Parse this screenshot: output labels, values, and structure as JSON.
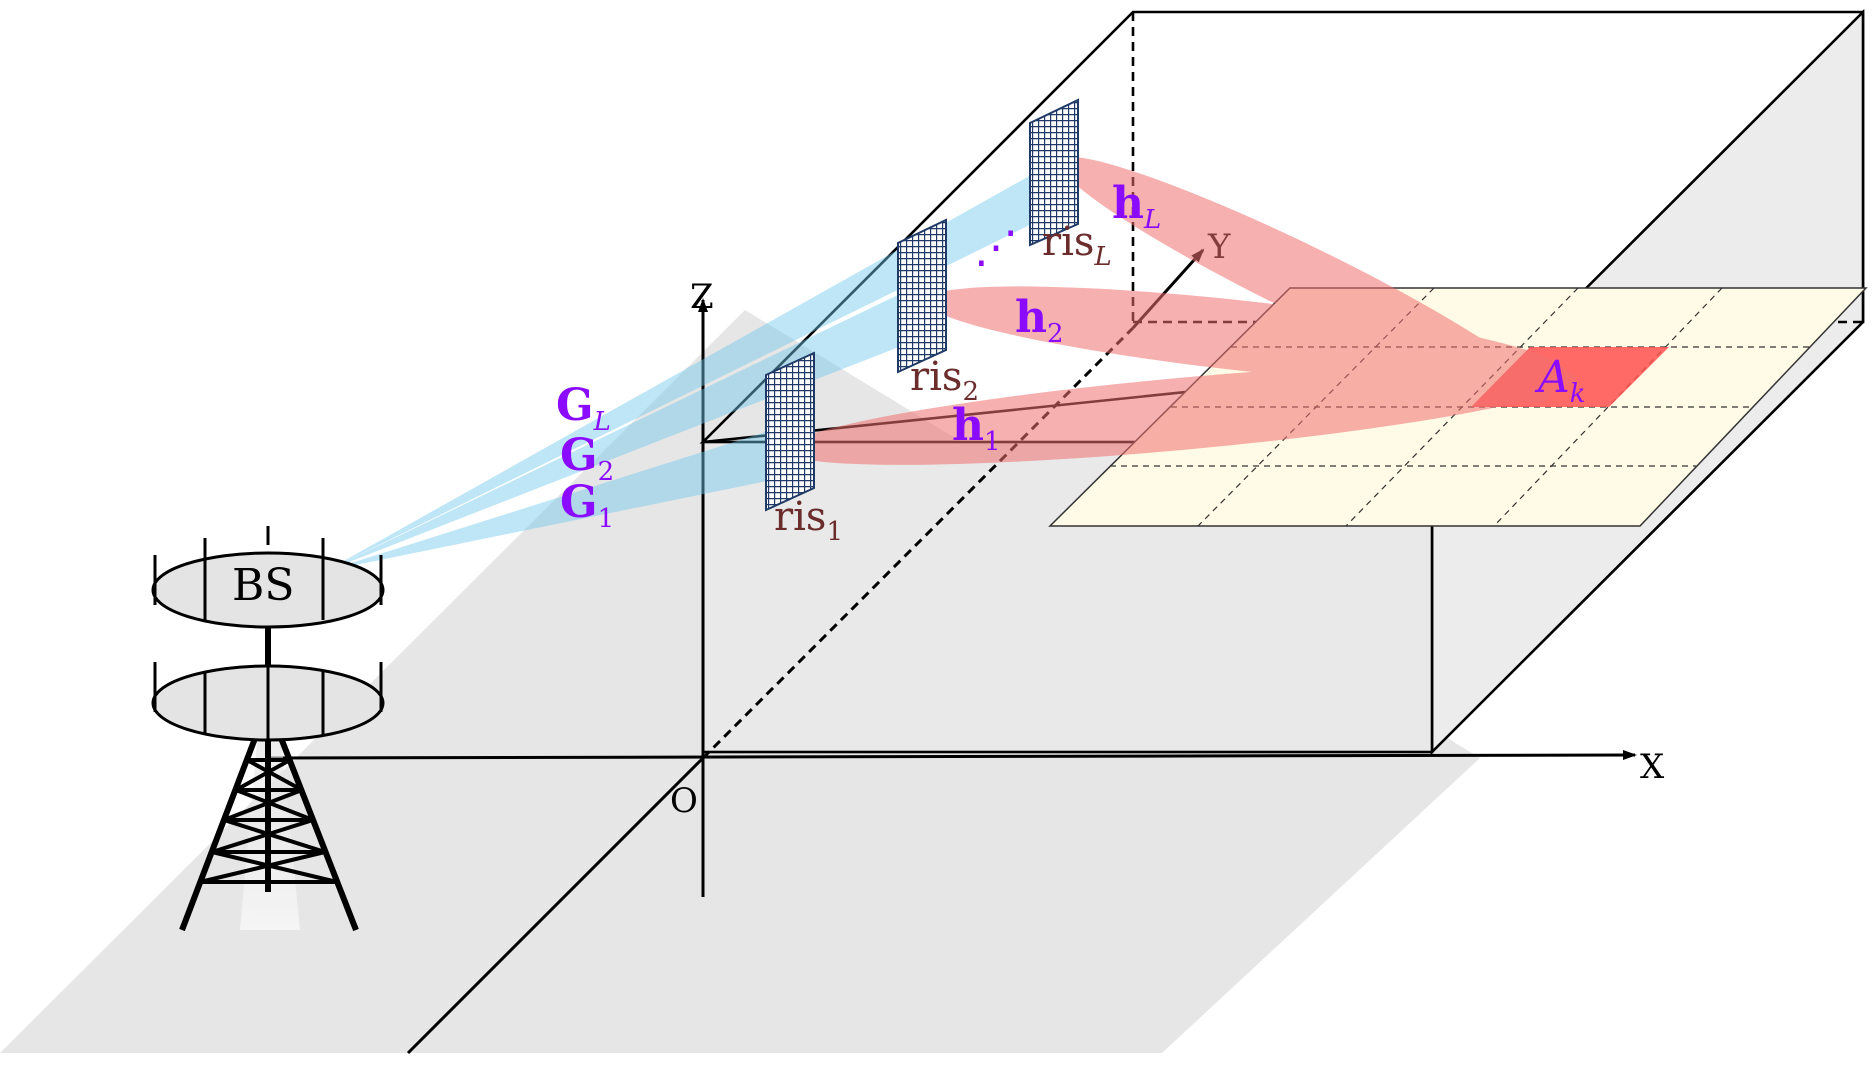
{
  "axes": {
    "x": "X",
    "y": "Y",
    "z": "Z",
    "origin": "O"
  },
  "base_station": {
    "label": "BS"
  },
  "ris": [
    {
      "name": "ris",
      "sub": "1"
    },
    {
      "name": "ris",
      "sub": "2"
    },
    {
      "name": "ris",
      "sub": "L"
    }
  ],
  "bs_ris_channels": [
    {
      "symbol": "G",
      "sub": "L"
    },
    {
      "symbol": "G",
      "sub": "2"
    },
    {
      "symbol": "G",
      "sub": "1"
    }
  ],
  "ris_user_channels": [
    {
      "symbol": "h",
      "sub": "1"
    },
    {
      "symbol": "h",
      "sub": "2"
    },
    {
      "symbol": "h",
      "sub": "L"
    }
  ],
  "target_area": {
    "symbol": "A",
    "sub": "k"
  },
  "ellipsis": "⋰",
  "colors": {
    "ground": "#e8e8e8",
    "grid_fill": "#fffbe6",
    "bs_beam": "#6fc8ee",
    "ris_beam": "#f07070",
    "target_cell": "#ff5050",
    "ris_panel": "#1f3a66",
    "symbol": "#8a0bff",
    "ris_text": "#6b2c2c"
  }
}
